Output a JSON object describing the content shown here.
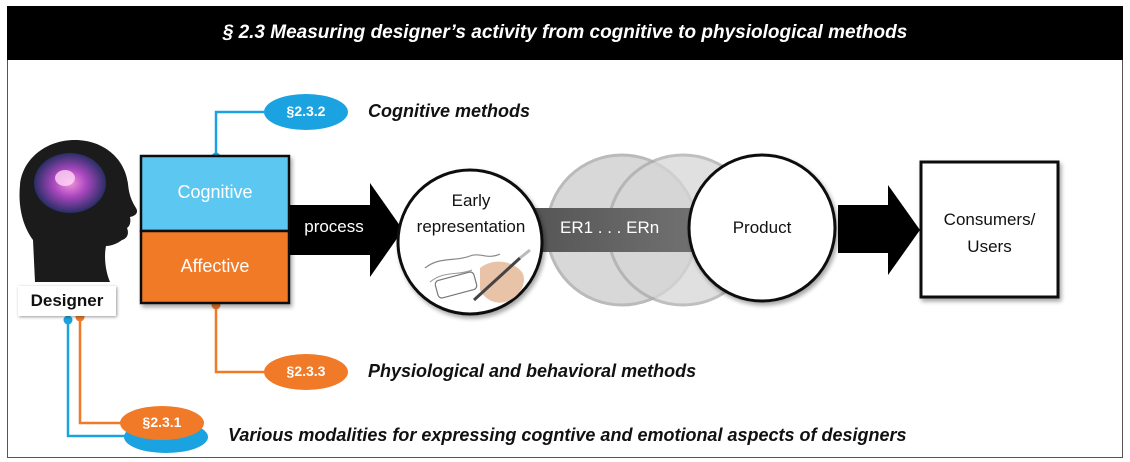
{
  "header": {
    "title": "§ 2.3 Measuring designer’s activity from cognitive to physiological methods"
  },
  "designer": {
    "label": "Designer"
  },
  "box": {
    "top_label": "Cognitive",
    "bottom_label": "Affective"
  },
  "arrows": {
    "process_label": "process"
  },
  "stages": {
    "early": "Early\nrepresentation",
    "er": "ER1 . . . ERn",
    "product": "Product",
    "consumers": "Consumers/\nUsers"
  },
  "sections": [
    {
      "badge": "§2.3.2",
      "caption": "Cognitive methods"
    },
    {
      "badge": "§2.3.3",
      "caption": "Physiological and behavioral methods"
    },
    {
      "badge": "§2.3.1",
      "caption": "Various modalities for expressing cogntive and emotional aspects of designers"
    }
  ],
  "colors": {
    "blue": "#1aa3e0",
    "orange": "#f07a28",
    "cognitive_box": "#5bc8f2",
    "affective_box": "#f07a28",
    "header_bg": "#000000"
  },
  "icons": [
    "head-brain-icon",
    "hand-sketch-icon"
  ]
}
